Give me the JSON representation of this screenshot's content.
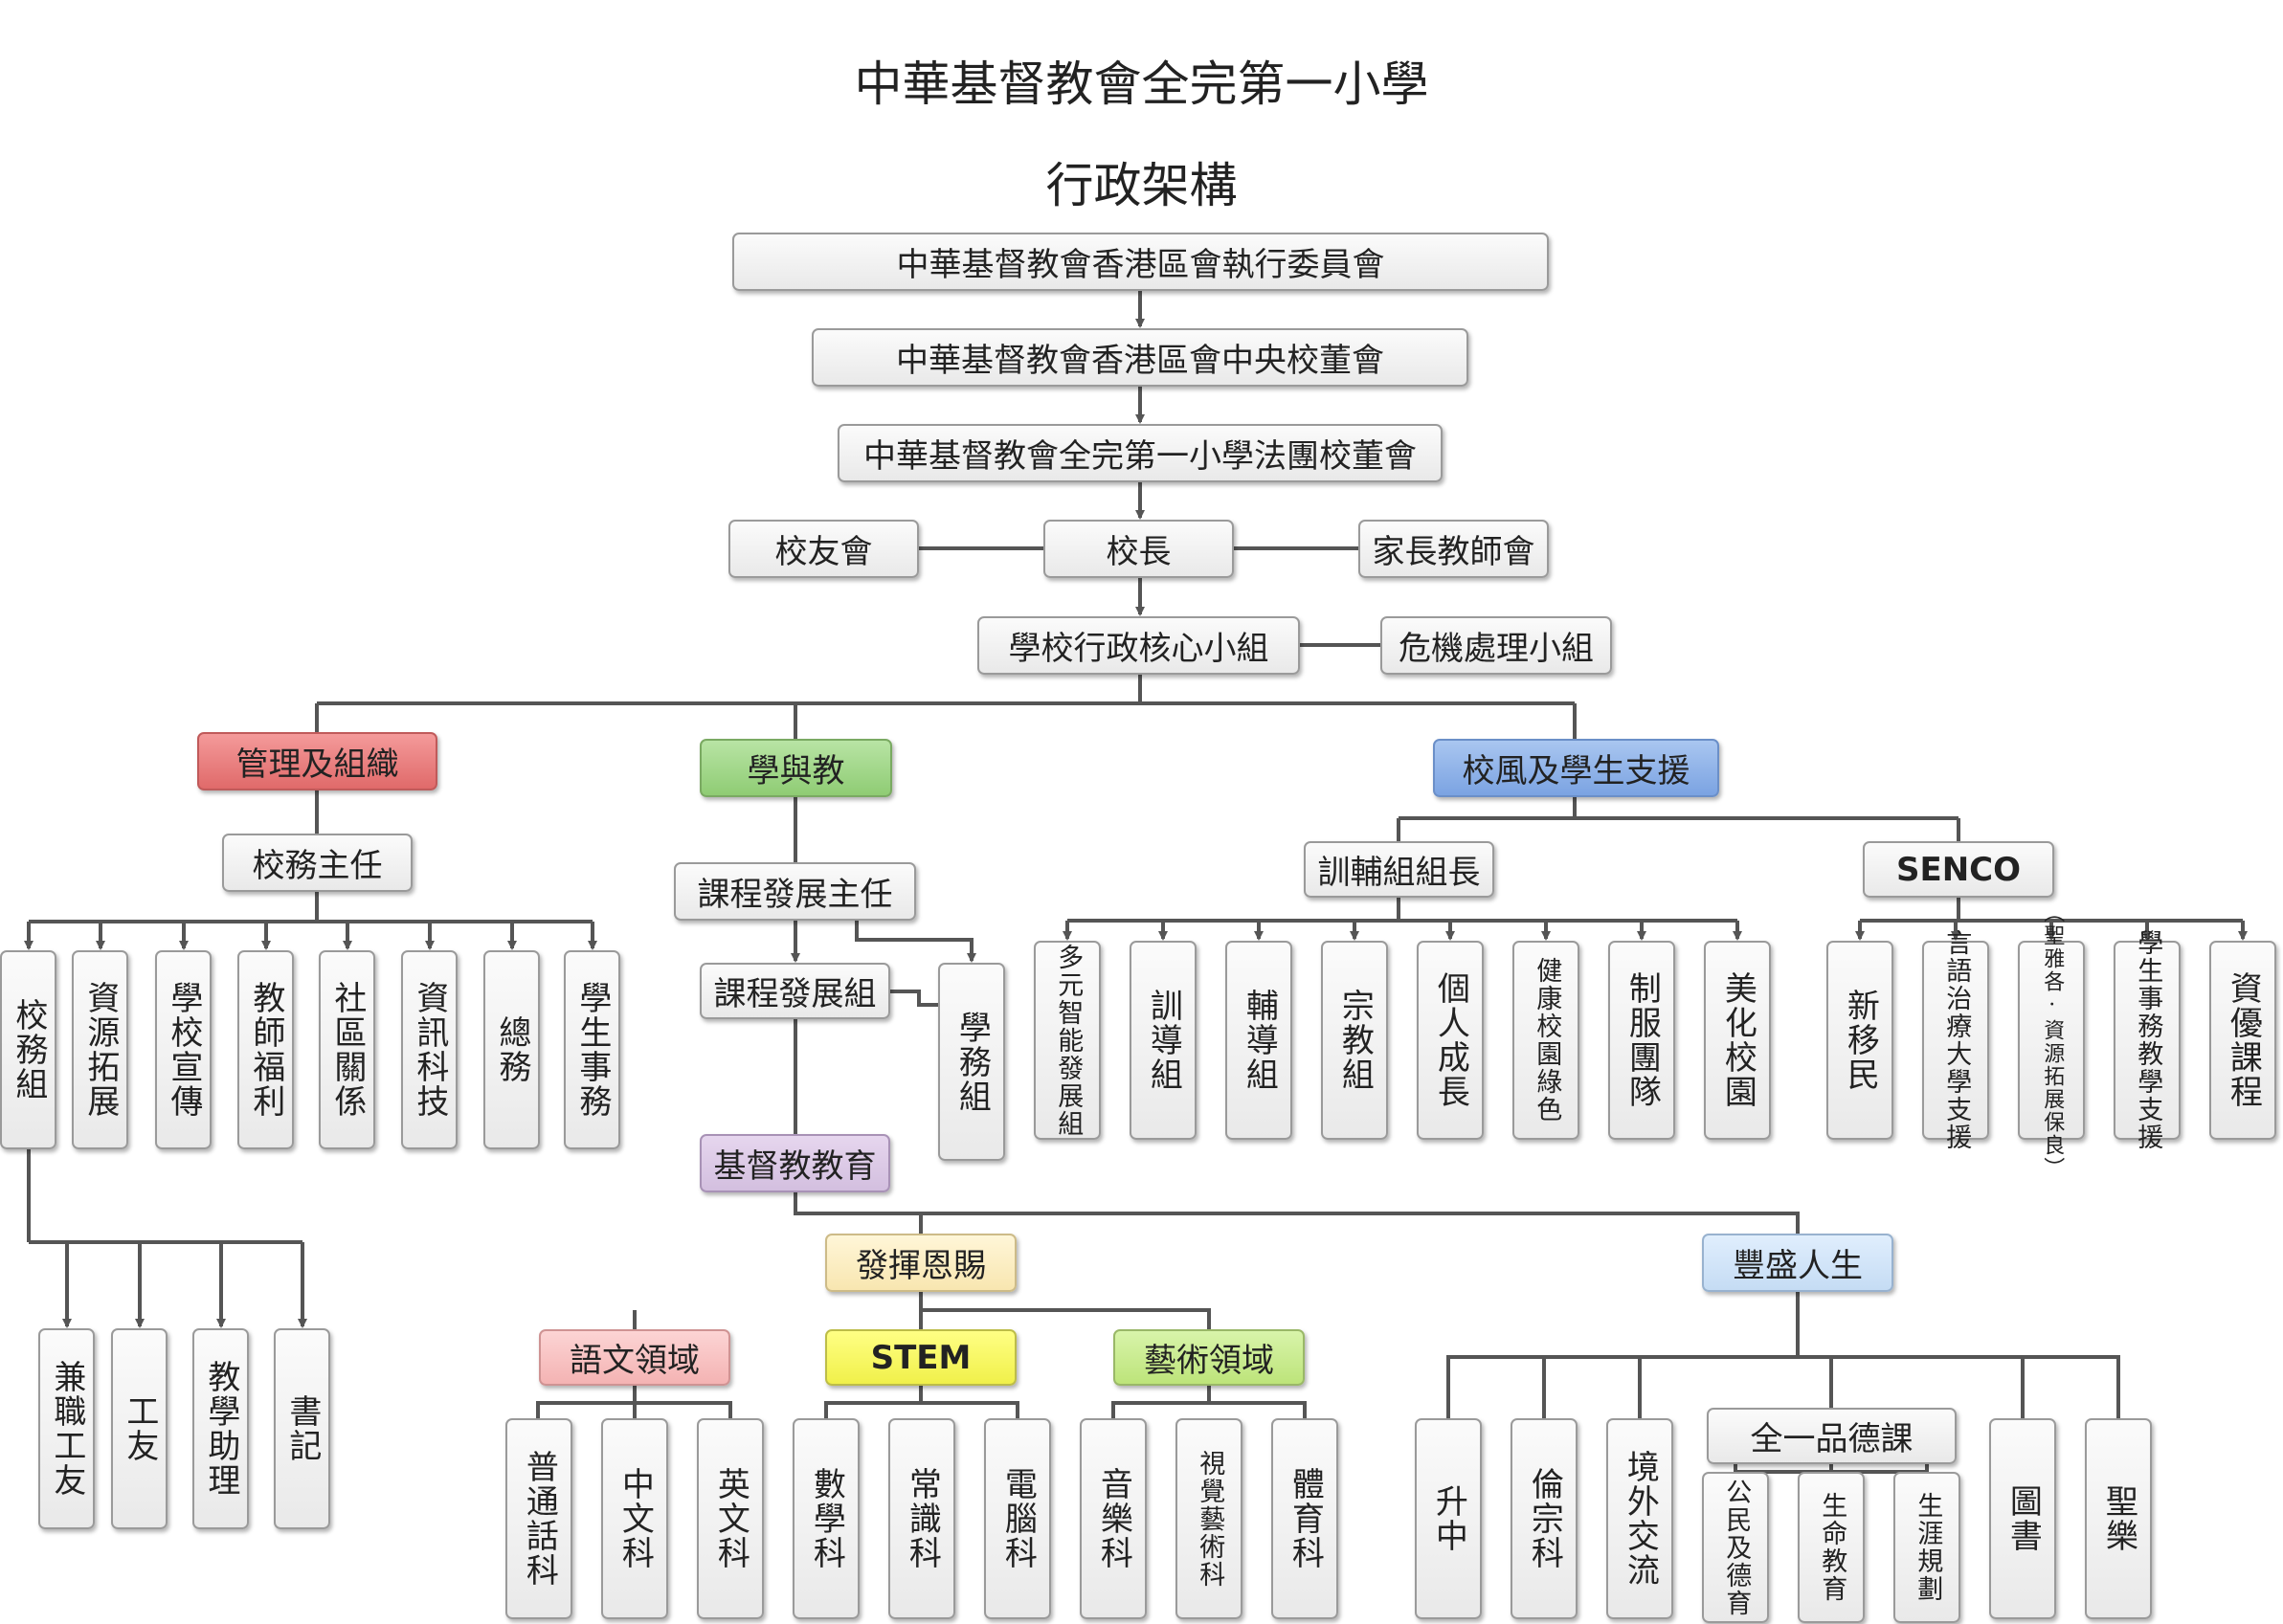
{
  "title": "中華基督教會全完第一小學",
  "subtitle": "行政架構",
  "top": {
    "exec": "中華基督教會香港區會執行委員會",
    "central_board": "中華基督教會香港區會中央校董會",
    "school_board": "中華基督教會全完第一小學法團校董會",
    "principal": "校長",
    "alumni": "校友會",
    "pta": "家長教師會",
    "core_team": "學校行政核心小組",
    "crisis_team": "危機處理小組"
  },
  "mgmt": {
    "label": "管理及組織",
    "head": "校務主任",
    "groups": [
      "校務組",
      "資源拓展",
      "學校宣傳",
      "教師福利",
      "社區關係",
      "資訊科技",
      "總務",
      "學生事務"
    ],
    "staff": [
      "兼職工友",
      "工友",
      "教學助理",
      "書記"
    ]
  },
  "learning": {
    "label": "學與教",
    "head": "課程發展主任",
    "curriculum_group": "課程發展組",
    "academic_affairs": "學務組",
    "christian_edu": "基督教教育",
    "talent": "發揮恩賜",
    "rich_life": "豐盛人生",
    "language": "語文領域",
    "stem": "STEM",
    "arts": "藝術領域",
    "language_subjects": [
      "普通話科",
      "中文科",
      "英文科"
    ],
    "stem_subjects": [
      "數學科",
      "常識科",
      "電腦科"
    ],
    "arts_subjects": [
      "音樂科",
      "視覺藝術科",
      "體育科"
    ],
    "life_items": [
      "升中",
      "倫宗科",
      "境外交流",
      "圖書",
      "聖樂"
    ],
    "moral_course": "全一品德課",
    "moral_items": [
      "公民及德育",
      "生命教育",
      "生涯規劃"
    ]
  },
  "support": {
    "label": "校風及學生支援",
    "guidance_head": "訓輔組組長",
    "guidance_groups": [
      "多元智能發展組",
      "訓導組",
      "輔導組",
      "宗教組",
      "個人成長",
      "健康校園綠色",
      "制服團隊",
      "美化校園"
    ],
    "senco": "SENCO",
    "senco_groups": [
      "新移民",
      "言語治療大學支援",
      "（聖雅各·資源拓展保良）",
      "學生事務教學支援",
      "資優課程"
    ]
  }
}
